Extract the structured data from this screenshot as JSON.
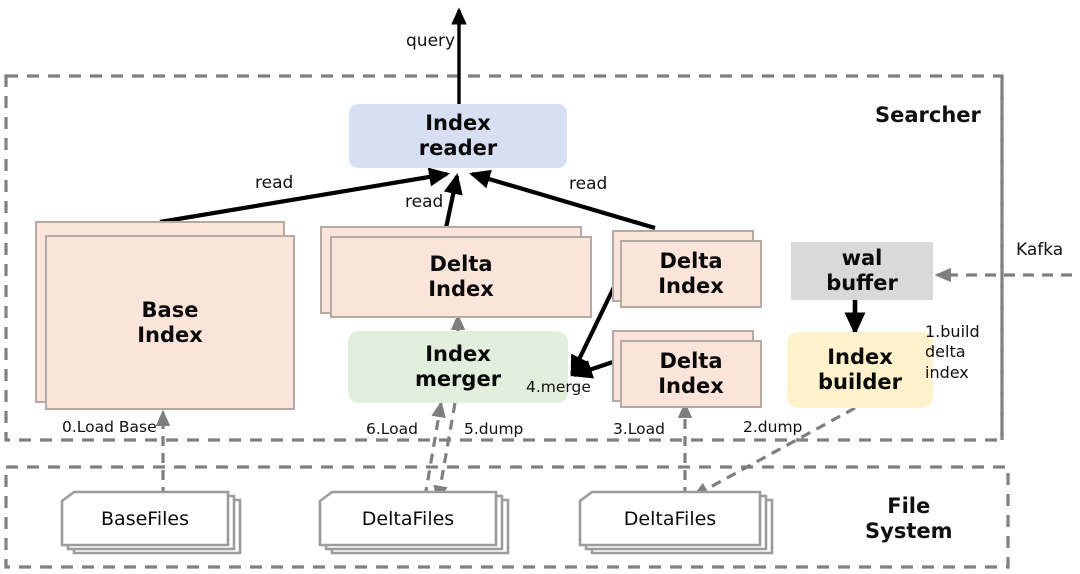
{
  "diagram": {
    "title": "Search index architecture: Searcher and File System",
    "colors": {
      "index_reader_fill": "#d7e0f2",
      "index_fill": "#fbe5da",
      "index_border": "#b5a9a3",
      "merger_fill": "#e2efdc",
      "builder_fill": "#fdf2cc",
      "wal_fill": "#d9d9d9",
      "boundary": "#808080",
      "arrow_solid": "#000000",
      "arrow_dashed": "#7f7f7f"
    }
  },
  "regions": {
    "searcher": {
      "label": "Searcher"
    },
    "filesystem": {
      "label": "File\nSystem"
    }
  },
  "nodes": {
    "index_reader": {
      "label": "Index\nreader"
    },
    "base_index": {
      "label": "Base\nIndex"
    },
    "delta_index_main": {
      "label": "Delta\nIndex"
    },
    "delta_index_top": {
      "label": "Delta\nIndex"
    },
    "delta_index_bottom": {
      "label": "Delta\nIndex"
    },
    "index_merger": {
      "label": "Index\nmerger"
    },
    "wal_buffer": {
      "label": "wal\nbuffer"
    },
    "index_builder": {
      "label": "Index\nbuilder"
    }
  },
  "files": {
    "base_files": {
      "label": "BaseFiles"
    },
    "delta_files_mid": {
      "label": "DeltaFiles"
    },
    "delta_files_right": {
      "label": "DeltaFiles"
    }
  },
  "edges": {
    "query": {
      "label": "query"
    },
    "read_base": {
      "label": "read"
    },
    "read_delta_main": {
      "label": "read"
    },
    "read_delta_top": {
      "label": "read"
    },
    "kafka": {
      "label": "Kafka"
    },
    "build_delta_index": {
      "label": "1.build\ndelta\nindex"
    },
    "load_base": {
      "label": "0.Load Base"
    },
    "dump_delta": {
      "label": "2.dump"
    },
    "load_delta": {
      "label": "3.Load"
    },
    "merge": {
      "label": "4.merge"
    },
    "dump_merged": {
      "label": "5.dump"
    },
    "load_merged": {
      "label": "6.Load"
    }
  }
}
